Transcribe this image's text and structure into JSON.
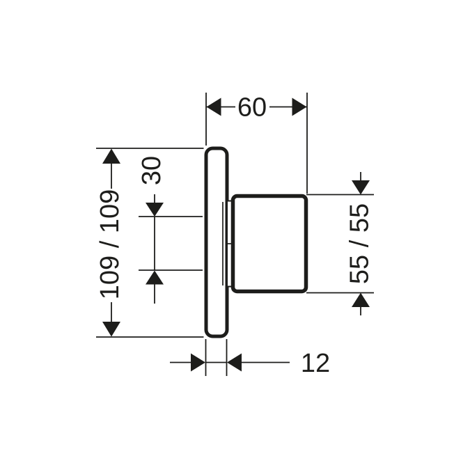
{
  "palette": {
    "ink": "#1d1d1b",
    "background": "#ffffff"
  },
  "dims": {
    "projection_depth": "60",
    "plate_height": "109 / 109",
    "upper_offset": "30",
    "handle_height": "55 / 55",
    "plate_thickness": "12"
  }
}
